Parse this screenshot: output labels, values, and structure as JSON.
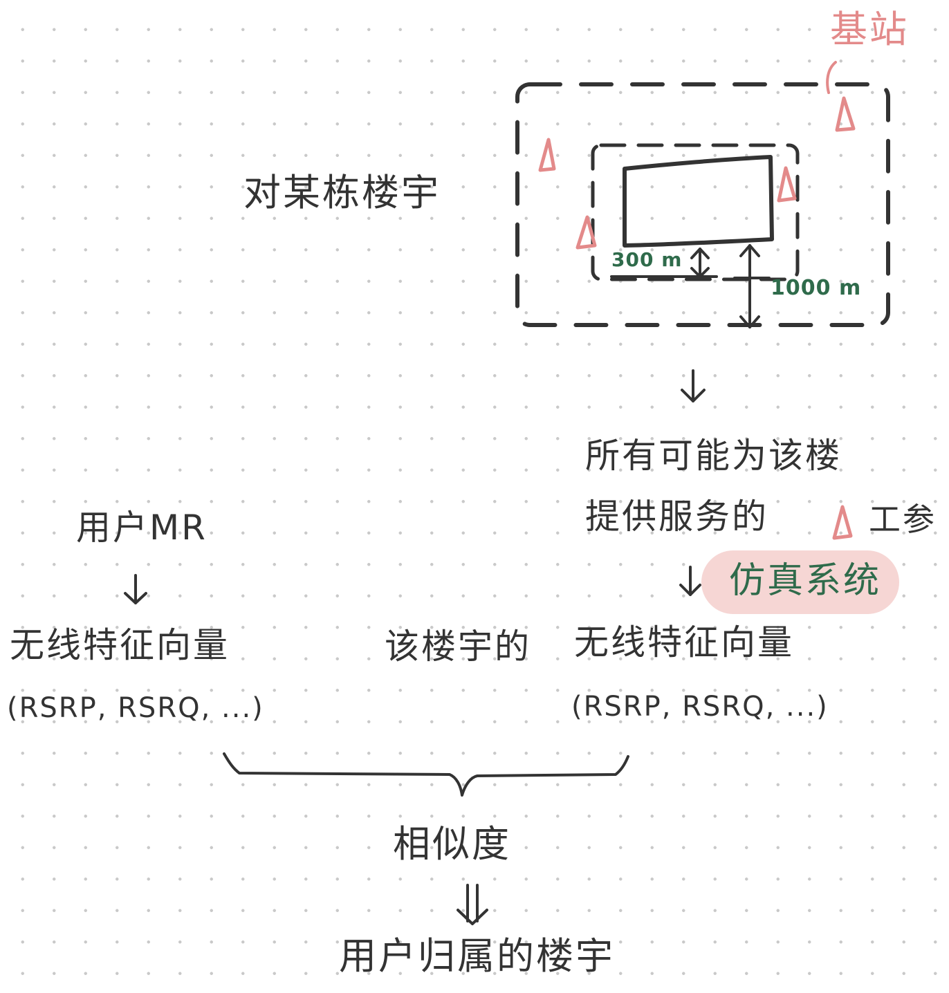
{
  "colors": {
    "ink": "#333333",
    "accent_pink": "#e38a8a",
    "accent_green": "#2f6b4b",
    "pill_fill": "#f6d6d4"
  },
  "building": {
    "label": "对某栋楼宇"
  },
  "base_station": {
    "label": "基站",
    "icon": "triangle-icon"
  },
  "distances": {
    "inner": "300 m",
    "outer": "1000 m"
  },
  "stations_group": {
    "line1": "所有可能为该楼",
    "line2_prefix": "提供服务的",
    "line2_suffix": "工参"
  },
  "simulation": {
    "label": "仿真系统"
  },
  "user": {
    "label": "用户MR"
  },
  "vectors": {
    "user_vector": "无线特征向量",
    "user_params": "(RSRP, RSRQ, ...)",
    "building_prefix": "该楼宇的",
    "building_vector": "无线特征向量",
    "building_params": "(RSRP, RSRQ, ...)"
  },
  "similarity": {
    "label": "相似度"
  },
  "result": {
    "label": "用户归属的楼宇"
  }
}
